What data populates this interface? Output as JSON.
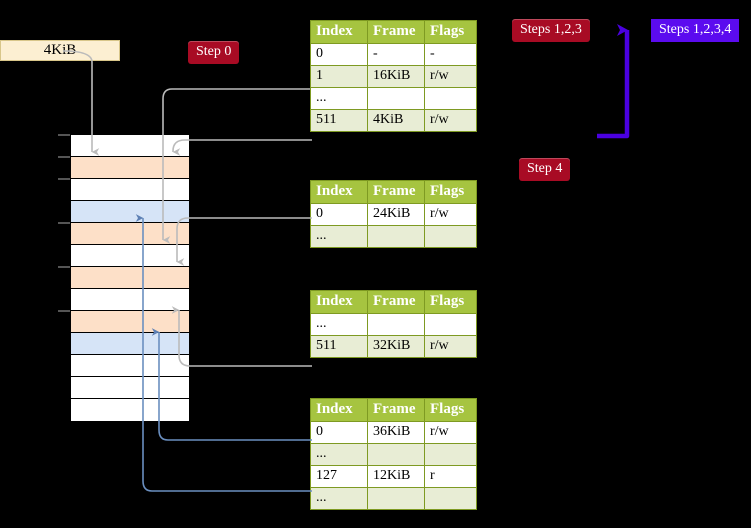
{
  "labels": {
    "size_label": "4KiB",
    "step0": "Step 0",
    "step4": "Step 4",
    "steps123": "Steps 1,2,3",
    "steps1234": "Steps 1,2,3,4"
  },
  "colors": {
    "badge_red": "#A80B24",
    "badge_blue": "#5B0BEF",
    "table_header_green": "#A6C440",
    "table_alt_row": "#E8EDD5",
    "highlight_yellow": "#F7F49A",
    "memory_orange": "#FDE0C8",
    "memory_blue": "#D6E4F7",
    "size_label_bg": "#FCEFD2",
    "gray_wire": "#BBBBBB",
    "blue_wire": "#6A8FC0"
  },
  "columns": [
    "Index",
    "Frame",
    "Flags"
  ],
  "tables": [
    {
      "name": "level4-table",
      "rows": [
        {
          "index": "0",
          "frame": "-",
          "flags": "-",
          "alt": false,
          "hl": false
        },
        {
          "index": "1",
          "frame": "16KiB",
          "flags": "r/w",
          "alt": true,
          "hl": false
        },
        {
          "index": "...",
          "frame": "",
          "flags": "",
          "alt": false,
          "hl": false
        },
        {
          "index": "511",
          "frame": "4KiB",
          "flags": "r/w",
          "alt": true,
          "hl": true
        }
      ]
    },
    {
      "name": "level3-table",
      "rows": [
        {
          "index": "0",
          "frame": "24KiB",
          "flags": "r/w",
          "alt": false,
          "hl": false
        },
        {
          "index": "...",
          "frame": "",
          "flags": "",
          "alt": true,
          "hl": false
        }
      ]
    },
    {
      "name": "level2-table",
      "rows": [
        {
          "index": "...",
          "frame": "",
          "flags": "",
          "alt": false,
          "hl": false
        },
        {
          "index": "511",
          "frame": "32KiB",
          "flags": "r/w",
          "alt": true,
          "hl": false
        }
      ]
    },
    {
      "name": "level1-table",
      "rows": [
        {
          "index": "0",
          "frame": "36KiB",
          "flags": "r/w",
          "alt": false,
          "hl": false
        },
        {
          "index": "...",
          "frame": "",
          "flags": "",
          "alt": true,
          "hl": false
        },
        {
          "index": "127",
          "frame": "12KiB",
          "flags": "r",
          "alt": false,
          "hl": false
        },
        {
          "index": "...",
          "frame": "",
          "flags": "",
          "alt": true,
          "hl": false
        }
      ]
    }
  ],
  "memory_column": {
    "rows": [
      {
        "fill": "white",
        "height": 22
      },
      {
        "fill": "orange",
        "height": 22
      },
      {
        "fill": "white",
        "height": 22
      },
      {
        "fill": "blue",
        "height": 22
      },
      {
        "fill": "orange",
        "height": 22
      },
      {
        "fill": "white",
        "height": 22
      },
      {
        "fill": "orange",
        "height": 22
      },
      {
        "fill": "white",
        "height": 22
      },
      {
        "fill": "orange",
        "height": 22
      },
      {
        "fill": "blue",
        "height": 22
      },
      {
        "fill": "white",
        "height": 22
      },
      {
        "fill": "white",
        "height": 22
      },
      {
        "fill": "white",
        "height": 22
      }
    ],
    "tick_rows": [
      0,
      1,
      2,
      4,
      6,
      8
    ]
  }
}
